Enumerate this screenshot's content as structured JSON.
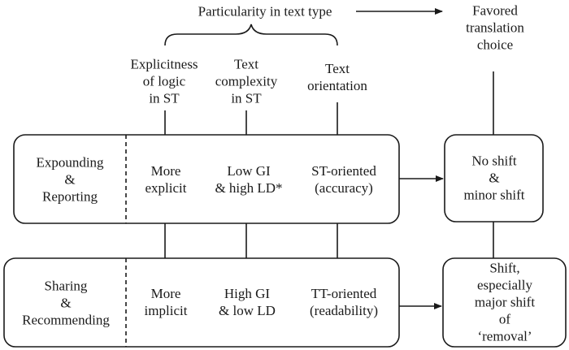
{
  "top": {
    "particularity": "Particularity in text type",
    "favored": "Favored\ntranslation\nchoice"
  },
  "dimensions": {
    "explicitness": "Explicitness\nof logic\nin ST",
    "complexity": "Text\ncomplexity\nin ST",
    "orientation": "Text\norientation"
  },
  "row1": {
    "category": "Expounding\n&\nReporting",
    "explicitness": "More\nexplicit",
    "complexity": "Low GI\n& high LD*",
    "orientation": "ST-oriented\n(accuracy)",
    "outcome": "No shift\n&\nminor shift"
  },
  "row2": {
    "category": "Sharing\n&\nRecommending",
    "explicitness": "More\nimplicit",
    "complexity": "High GI\n& low LD",
    "orientation": "TT-oriented\n(readability)",
    "outcome": "Shift, especially\nmajor shift of\n‘removal’"
  }
}
